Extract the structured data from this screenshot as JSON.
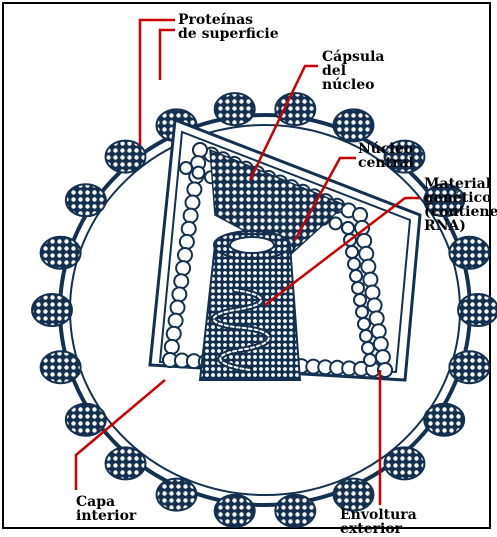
{
  "labels": {
    "proteinas": "Proteínas\nde superficie",
    "capsula": "Cápsula\ndel\nnúcleo",
    "nucleo": "Núcleo\ncentral",
    "material": "Material\ngenético\n(contiene\nRNA)",
    "capa": "Capa\ninterior",
    "envoltura": "Envoltura\nexterior"
  },
  "colors": {
    "ink": "#143050",
    "leader": "#cc0000",
    "background": "#ffffff"
  }
}
